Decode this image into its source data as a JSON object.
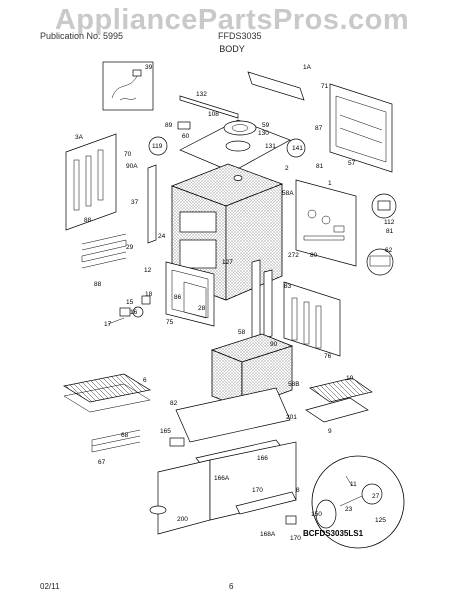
{
  "watermark": "AppliancePartsPros.com",
  "header": {
    "left": "Publication No. 5995",
    "right": "FFDS3035",
    "section": "BODY"
  },
  "footer": {
    "date": "02/11",
    "page": "6"
  },
  "diagram_code": "BCFDS3035LS1",
  "callouts": [
    {
      "id": "c39",
      "text": "39"
    },
    {
      "id": "c1A",
      "text": "1A"
    },
    {
      "id": "c132",
      "text": "132"
    },
    {
      "id": "c71",
      "text": "71"
    },
    {
      "id": "c108",
      "text": "108"
    },
    {
      "id": "c59",
      "text": "59"
    },
    {
      "id": "c89",
      "text": "89"
    },
    {
      "id": "c60",
      "text": "60"
    },
    {
      "id": "c87",
      "text": "87"
    },
    {
      "id": "c3A",
      "text": "3A"
    },
    {
      "id": "c130",
      "text": "130"
    },
    {
      "id": "c119",
      "text": "119"
    },
    {
      "id": "c131",
      "text": "131"
    },
    {
      "id": "c141",
      "text": "141"
    },
    {
      "id": "c70",
      "text": "70"
    },
    {
      "id": "c90A",
      "text": "90A"
    },
    {
      "id": "c2",
      "text": "2"
    },
    {
      "id": "c81a",
      "text": "81"
    },
    {
      "id": "c57",
      "text": "57"
    },
    {
      "id": "c58A",
      "text": "58A"
    },
    {
      "id": "c1",
      "text": "1"
    },
    {
      "id": "c37",
      "text": "37"
    },
    {
      "id": "c112",
      "text": "112"
    },
    {
      "id": "c88a",
      "text": "88"
    },
    {
      "id": "c24",
      "text": "24"
    },
    {
      "id": "c81b",
      "text": "81"
    },
    {
      "id": "c29",
      "text": "29"
    },
    {
      "id": "c62",
      "text": "62"
    },
    {
      "id": "c272",
      "text": "272"
    },
    {
      "id": "c80",
      "text": "80"
    },
    {
      "id": "c12",
      "text": "12"
    },
    {
      "id": "c127",
      "text": "127"
    },
    {
      "id": "c88b",
      "text": "88"
    },
    {
      "id": "c18",
      "text": "18"
    },
    {
      "id": "c86",
      "text": "86"
    },
    {
      "id": "c83",
      "text": "83"
    },
    {
      "id": "c15",
      "text": "15"
    },
    {
      "id": "c16",
      "text": "16"
    },
    {
      "id": "c28",
      "text": "28"
    },
    {
      "id": "c75",
      "text": "75"
    },
    {
      "id": "c17",
      "text": "17"
    },
    {
      "id": "c58",
      "text": "58"
    },
    {
      "id": "c90",
      "text": "90"
    },
    {
      "id": "c76",
      "text": "76"
    },
    {
      "id": "c6",
      "text": "6"
    },
    {
      "id": "c58B",
      "text": "58B"
    },
    {
      "id": "c10",
      "text": "10"
    },
    {
      "id": "c82",
      "text": "82"
    },
    {
      "id": "c201",
      "text": "201"
    },
    {
      "id": "c9",
      "text": "9"
    },
    {
      "id": "c165",
      "text": "165"
    },
    {
      "id": "c68",
      "text": "68"
    },
    {
      "id": "c166",
      "text": "166"
    },
    {
      "id": "c67",
      "text": "67"
    },
    {
      "id": "c166A",
      "text": "166A"
    },
    {
      "id": "c170a",
      "text": "170"
    },
    {
      "id": "c200",
      "text": "200"
    },
    {
      "id": "c8",
      "text": "8"
    },
    {
      "id": "c168A",
      "text": "168A"
    },
    {
      "id": "c170b",
      "text": "170"
    },
    {
      "id": "c150",
      "text": "150"
    },
    {
      "id": "c11",
      "text": "11"
    },
    {
      "id": "c27",
      "text": "27"
    },
    {
      "id": "c125",
      "text": "125"
    },
    {
      "id": "c23",
      "text": "23"
    }
  ]
}
